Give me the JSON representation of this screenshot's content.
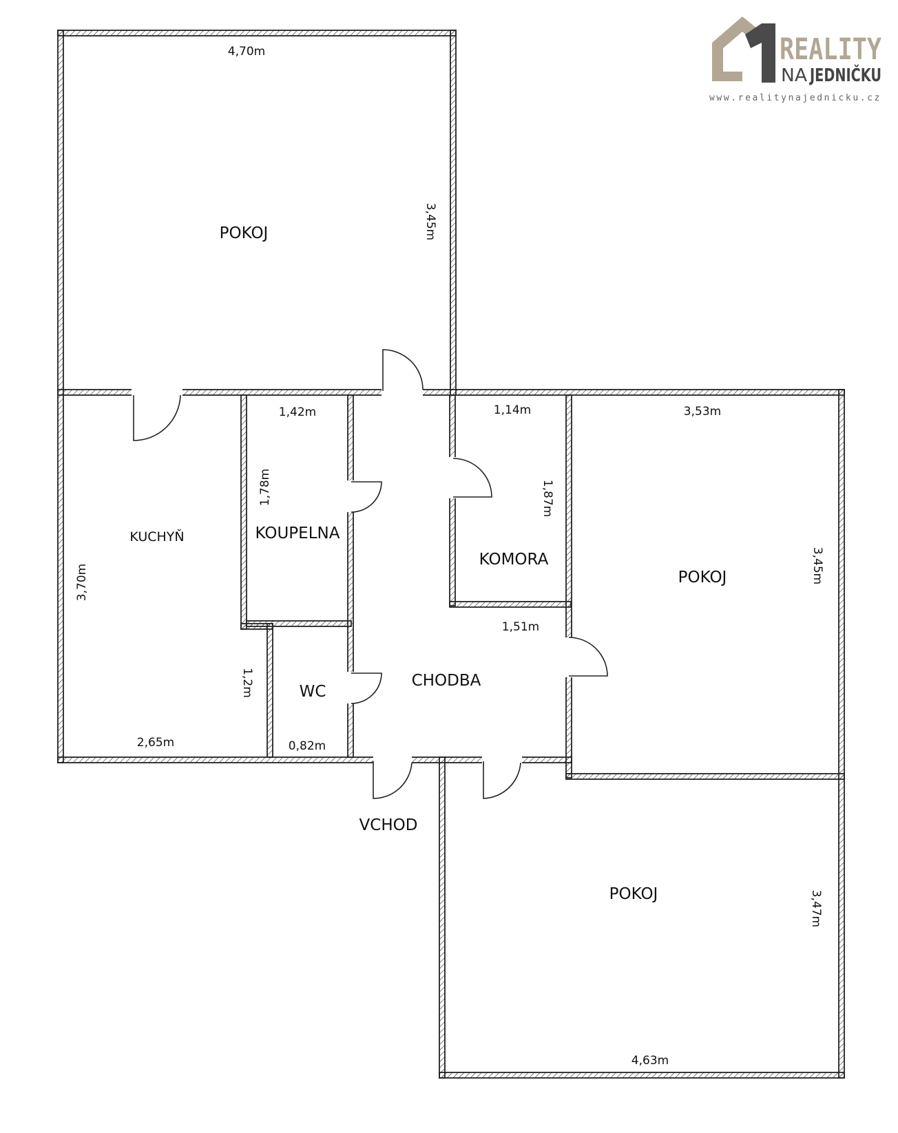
{
  "rooms": {
    "pokoj_top": "POKOJ",
    "pokoj_right": "POKOJ",
    "pokoj_bottom": "POKOJ",
    "kuchyn": "KUCHYŇ",
    "koupelna": "KOUPELNA",
    "komora": "KOMORA",
    "wc": "WC",
    "chodba": "CHODBA",
    "vchod": "VCHOD"
  },
  "dimensions": {
    "pokoj_top_width": "4,70m",
    "pokoj_top_height": "3,45m",
    "koupelna_width": "1,42m",
    "koupelna_height": "1,78m",
    "komora_width": "1,14m",
    "komora_height": "1,87m",
    "pokoj_right_width": "3,53m",
    "pokoj_right_height": "3,45m",
    "kuchyn_height": "3,70m",
    "kuchyn_width": "2,65m",
    "kuchyn_notch": "1,2m",
    "wc_width": "0,82m",
    "chodba_width": "1,51m",
    "pokoj_bottom_height": "3,47m",
    "pokoj_bottom_width": "4,63m"
  },
  "logo": {
    "word1": "REALITY",
    "word2a": "NA",
    "word2b": "JEDNIČKU",
    "url": "www.realitynajednicku.cz"
  },
  "colors": {
    "wall": "#222222",
    "logo_accent": "#b3a694"
  }
}
